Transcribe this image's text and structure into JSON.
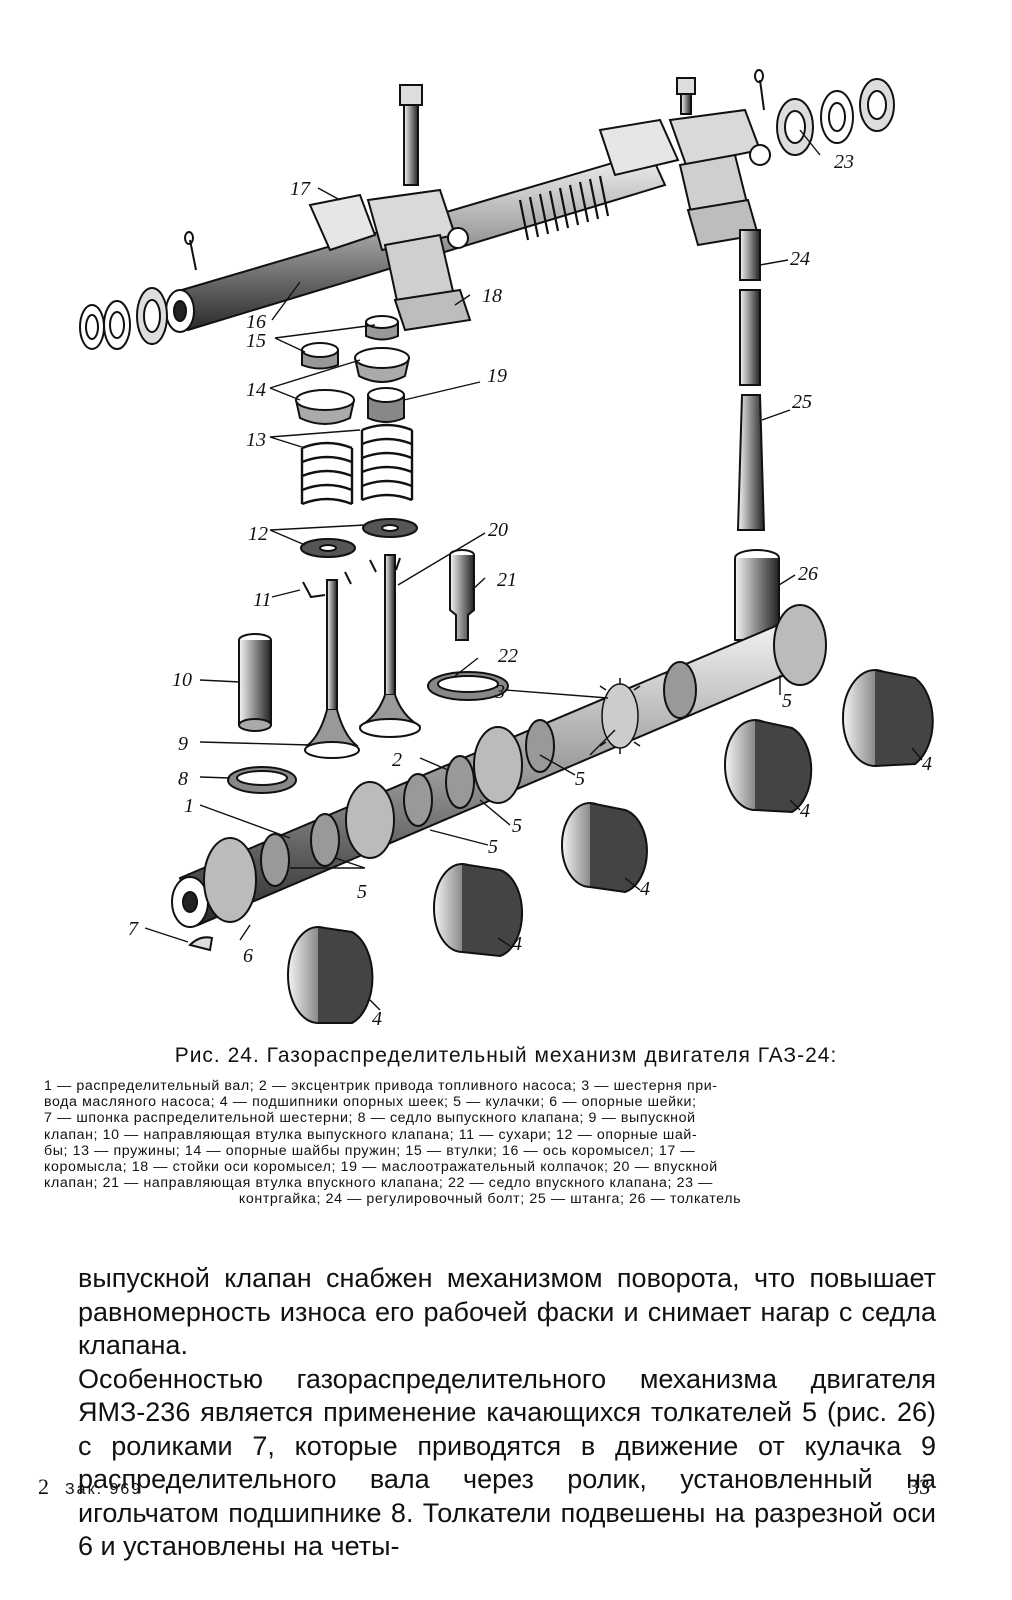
{
  "figure": {
    "labels": [
      "1",
      "2",
      "3",
      "4",
      "5",
      "6",
      "7",
      "8",
      "9",
      "10",
      "11",
      "12",
      "13",
      "14",
      "15",
      "16",
      "17",
      "18",
      "19",
      "20",
      "21",
      "22",
      "23",
      "24",
      "25",
      "26"
    ]
  },
  "caption": {
    "title": "Рис. 24. Газораспределительный механизм двигателя ГАЗ-24:",
    "legend_lines": [
      "1 — распределительный вал; 2 — эксцентрик привода топливного насоса; 3 — шестерня при-",
      "вода масляного насоса; 4 — подшипники опорных шеек; 5 — кулачки; 6 — опорные шейки;",
      "7 — шпонка распределительной шестерни; 8 — седло выпускного клапана; 9 — выпускной",
      "клапан; 10 — направляющая втулка выпускного клапана; 11 — сухари; 12 — опорные шай-",
      "бы; 13 — пружины; 14 — опорные шайбы пружин; 15 — втулки; 16 — ось коромысел; 17 —",
      "коромысла; 18 — стойки оси коромысел; 19 — маслоотражательный колпачок; 20 — впускной",
      "клапан; 21 — направляющая втулка впускного клапана; 22 — седло впускного клапана; 23 —",
      "контргайка; 24 — регулировочный болт; 25 — штанга; 26 — толкатель"
    ]
  },
  "body": {
    "paragraph1": "выпускной клапан снабжен механизмом поворота, что повышает равномерность износа его рабочей фаски и снимает нагар с седла клапана.",
    "paragraph2": "Особенностью газораспределительного механизма двигателя ЯМЗ-236 является применение качающихся толкателей 5 (рис. 26) с роликами 7, которые приводятся в движение от кулачка 9 распределительного вала через ролик, установленный на игольчатом подшипнике 8. Толкатели подвешены на разрезной оси 6 и установлены на четы-"
  },
  "footer": {
    "sheet_number": "2",
    "order": "Зак. 969",
    "page_number": "33"
  }
}
